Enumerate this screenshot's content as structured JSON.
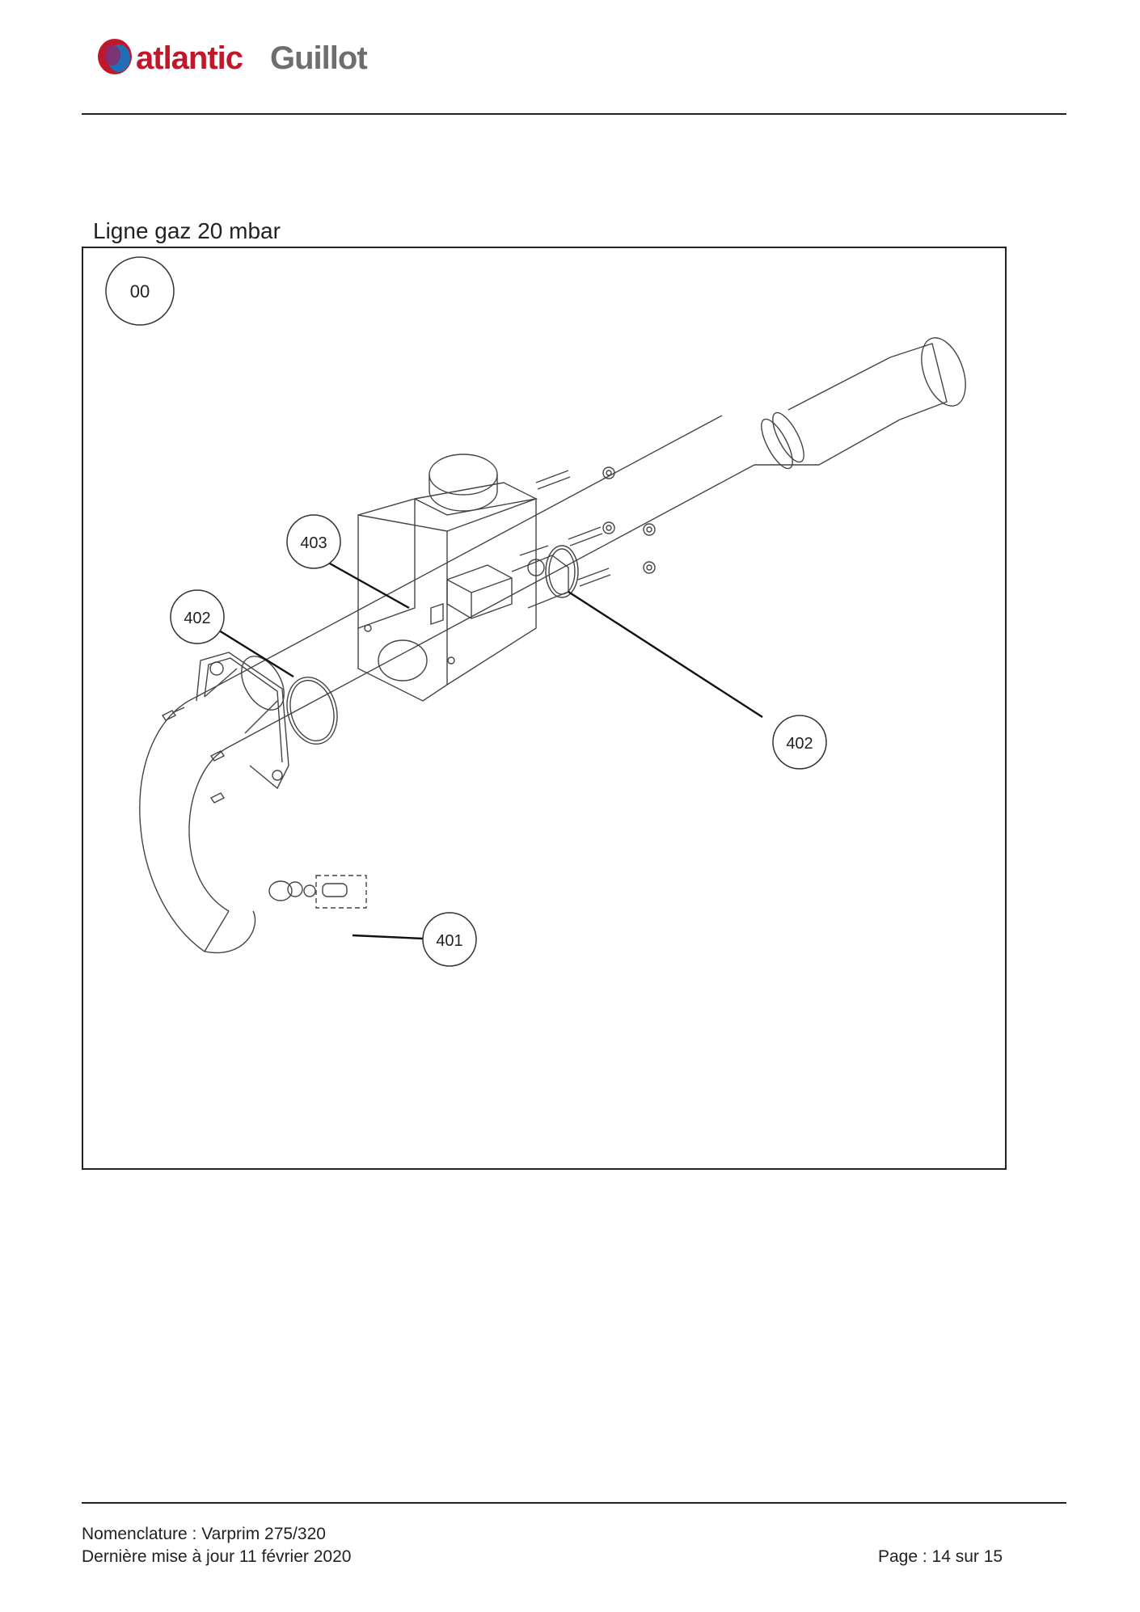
{
  "header": {
    "brand_primary": "atlantic",
    "brand_secondary": "Guillot",
    "brand_color_red": "#c0182a",
    "brand_color_blue": "#1f6fb5",
    "brand_color_grey": "#6e6e6e"
  },
  "section": {
    "title": "Ligne gaz 20 mbar"
  },
  "diagram": {
    "view_label": "00",
    "callouts": [
      {
        "id": "c403",
        "label": "403"
      },
      {
        "id": "c402a",
        "label": "402"
      },
      {
        "id": "c402b",
        "label": "402"
      },
      {
        "id": "c401",
        "label": "401"
      }
    ]
  },
  "footer": {
    "doc_line": "Nomenclature : Varprim 275/320",
    "date_line": "Dernière mise à jour 11 février 2020",
    "page": "Page : 14 sur 15"
  }
}
